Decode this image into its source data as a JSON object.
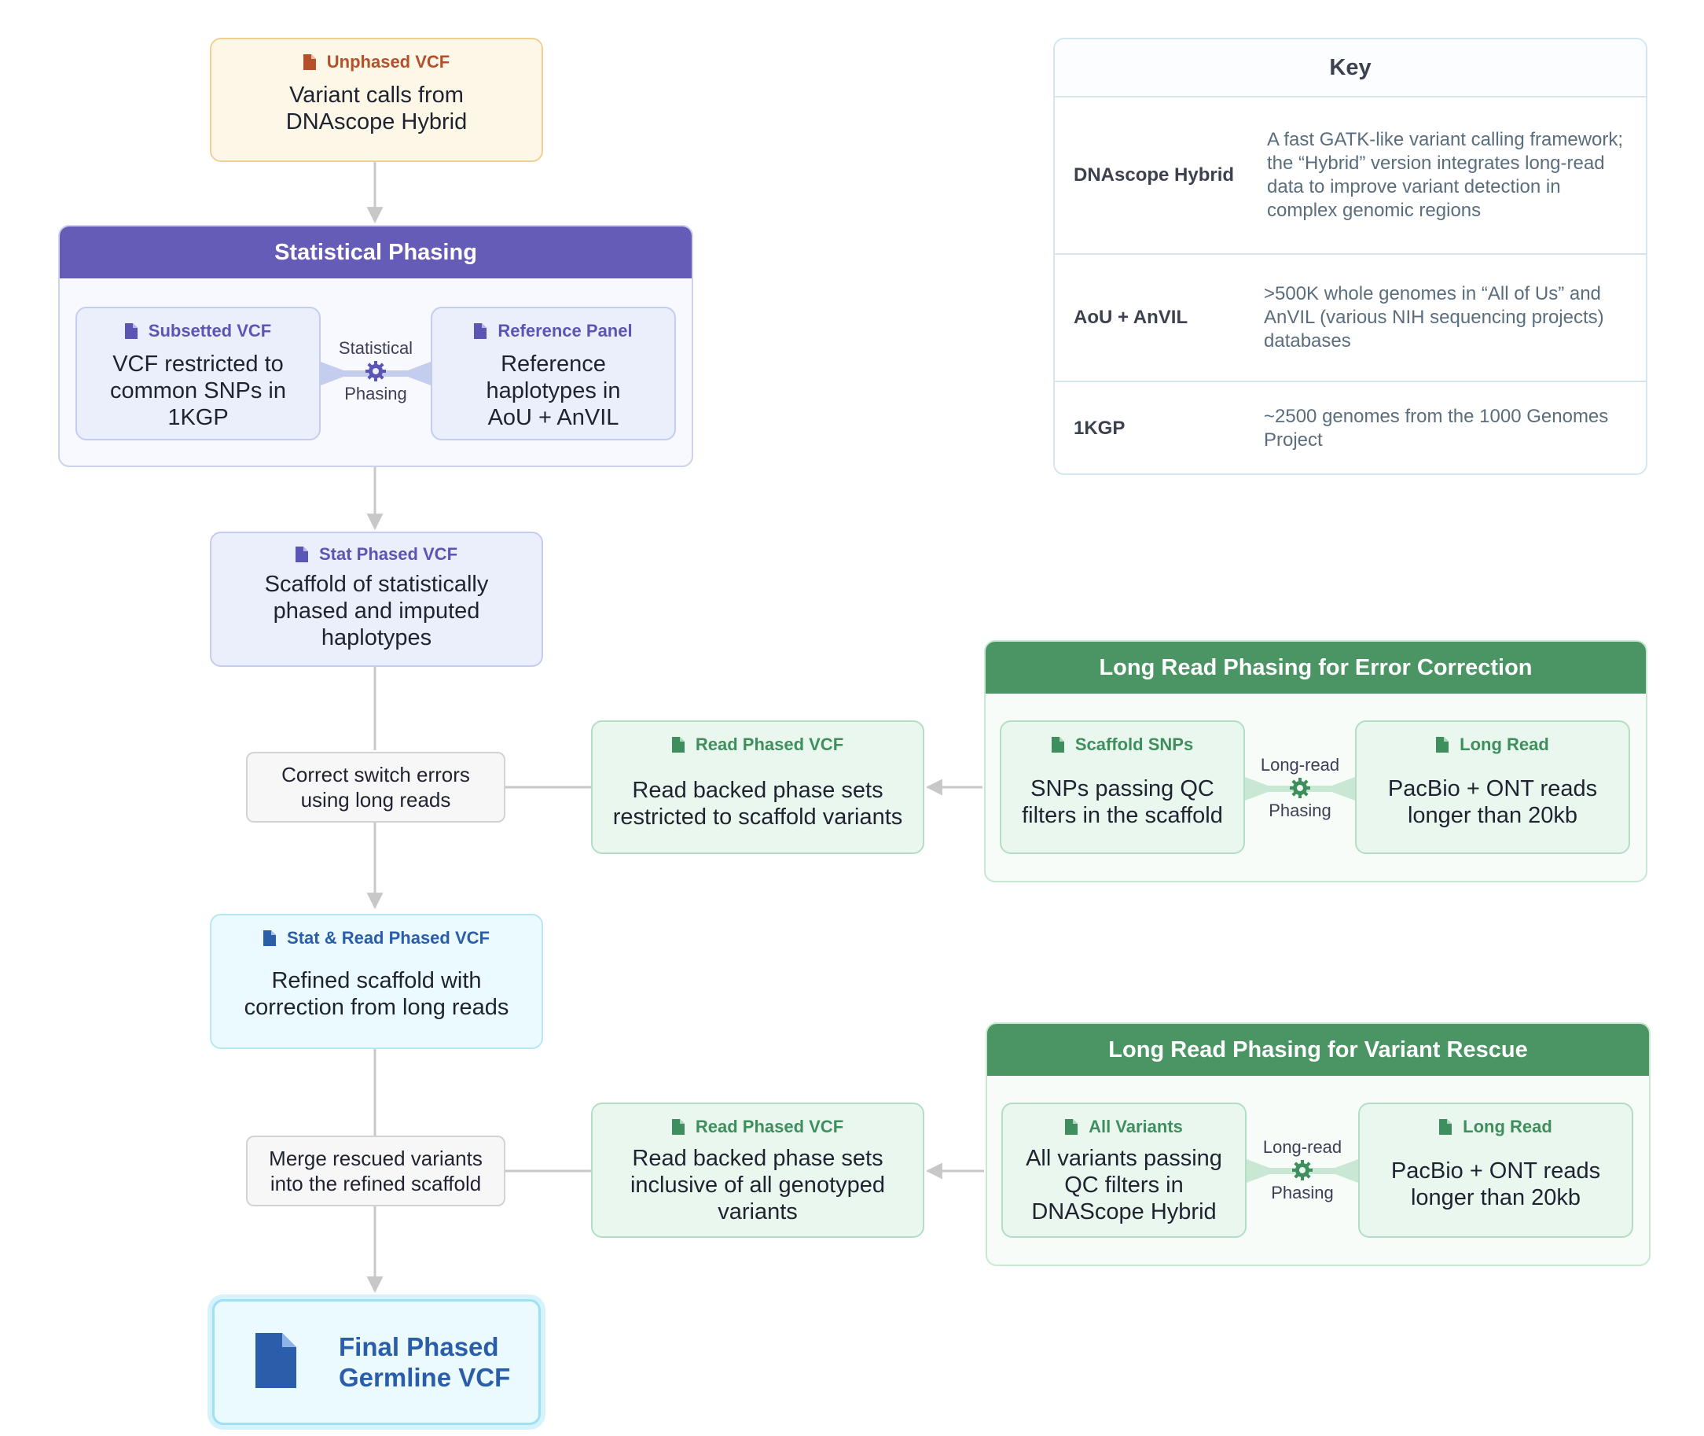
{
  "key": {
    "title": "Key",
    "rows": [
      {
        "term": "DNAscope Hybrid",
        "definition": "A fast GATK-like variant calling framework; the “Hybrid” version integrates long-read data to improve variant detection in complex genomic regions"
      },
      {
        "term": "AoU + AnVIL",
        "definition": ">500K whole genomes in “All of Us” and AnVIL (various NIH sequencing projects) databases"
      },
      {
        "term": "1KGP",
        "definition": "~2500 genomes from the 1000 Genomes Project"
      }
    ]
  },
  "unphased": {
    "tag": "Unphased VCF",
    "body": "Variant calls from DNAscope Hybrid"
  },
  "statistical_phasing": {
    "title": "Statistical Phasing",
    "left": {
      "tag": "Subsetted VCF",
      "body": "VCF restricted to common SNPs in 1KGP"
    },
    "connector": {
      "top": "Statistical",
      "bottom": "Phasing"
    },
    "right": {
      "tag": "Reference Panel",
      "body": "Reference haplotypes in AoU + AnVIL"
    }
  },
  "stat_phased": {
    "tag": "Stat Phased VCF",
    "body": "Scaffold of statistically phased and imputed haplotypes"
  },
  "step_correct": "Correct switch errors using long reads",
  "read_phased_1": {
    "tag": "Read Phased VCF",
    "body": "Read backed phase sets restricted to scaffold variants"
  },
  "error_correction": {
    "title": "Long Read Phasing for Error Correction",
    "left": {
      "tag": "Scaffold SNPs",
      "body": "SNPs passing QC filters in the scaffold"
    },
    "connector": {
      "top": "Long-read",
      "bottom": "Phasing"
    },
    "right": {
      "tag": "Long Read",
      "body": "PacBio + ONT reads longer than 20kb"
    }
  },
  "stat_read_phased": {
    "tag": "Stat & Read Phased VCF",
    "body": "Refined scaffold with correction from long reads"
  },
  "step_merge": "Merge rescued variants into the refined scaffold",
  "read_phased_2": {
    "tag": "Read Phased VCF",
    "body": "Read backed phase sets inclusive of all genotyped variants"
  },
  "variant_rescue": {
    "title": "Long Read Phasing for Variant Rescue",
    "left": {
      "tag": "All Variants",
      "body": "All variants passing QC filters in DNAScope Hybrid"
    },
    "connector": {
      "top": "Long-read",
      "bottom": "Phasing"
    },
    "right": {
      "tag": "Long Read",
      "body": "PacBio + ONT reads longer than 20kb"
    }
  },
  "final": {
    "title": "Final Phased Germline VCF"
  },
  "colors": {
    "purple_header": "#645cb6",
    "green_header": "#4a9563",
    "orange_tag": "#b4502a",
    "cyan_tag": "#2a5daa",
    "arrow": "#c8c8c8"
  }
}
